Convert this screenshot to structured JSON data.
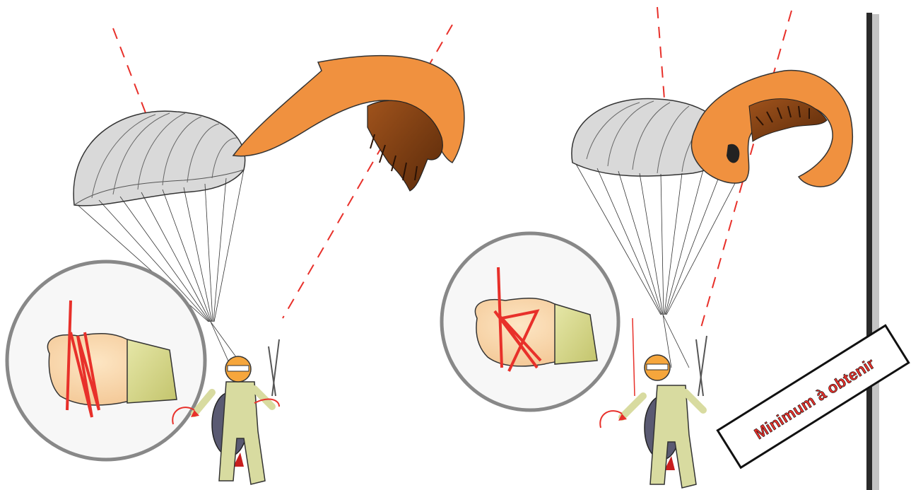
{
  "stamp": {
    "label": "Minimum à obtenir"
  },
  "colors": {
    "reserve_canopy": "#d9d9d9",
    "wing_top": "#f0913f",
    "wing_under": "#7a3e14",
    "guide_line": "#e8302a",
    "stamp_text": "#e8302a",
    "stamp_border": "#111111",
    "page_edge_shadow": "#333333"
  },
  "icons": {
    "left_scene": "reserve-deployed-wing-stalled",
    "right_scene": "reserve-deployed-wing-pulled-in",
    "left_inset": "hand-gripping-brake-lines",
    "right_inset": "hand-wrapping-brake-lines"
  }
}
